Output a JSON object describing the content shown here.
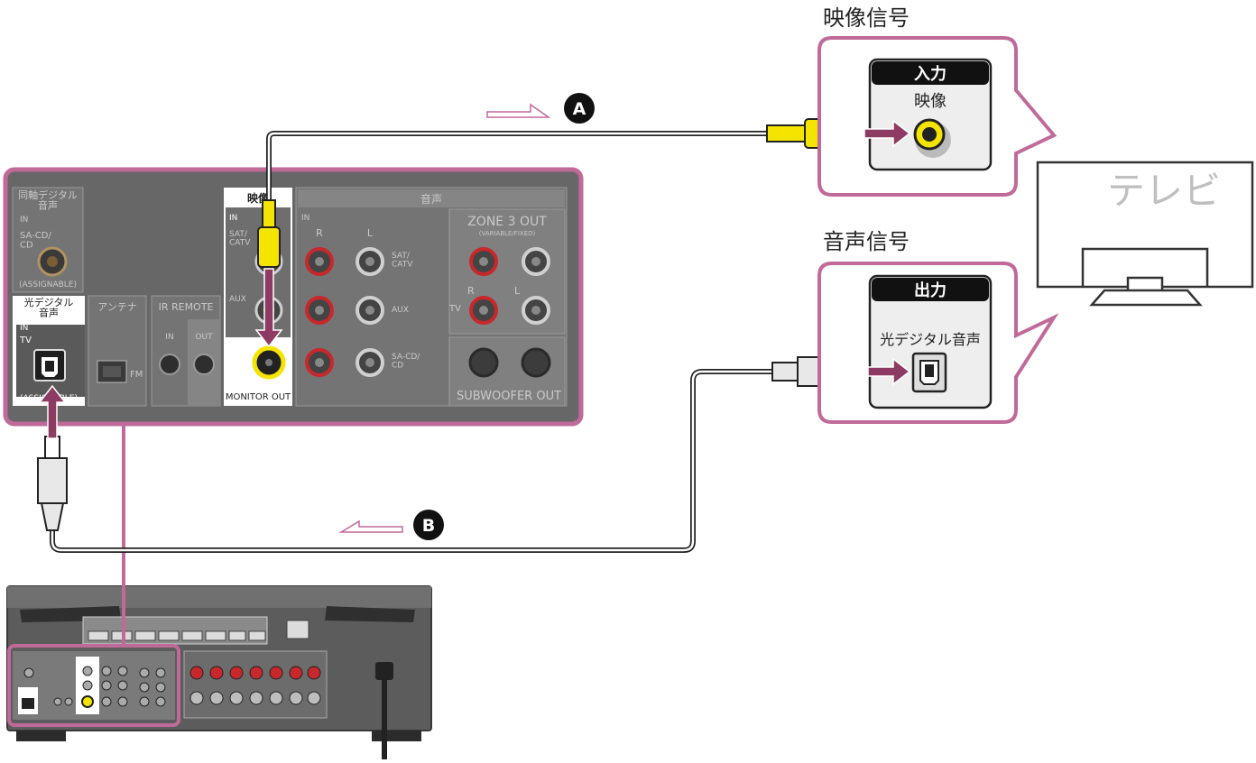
{
  "colors": {
    "accent_pink": "#c06a9a",
    "arrow_purple": "#8e3b63",
    "panel_gray": "#676767",
    "panel_border": "#a5a5a5",
    "yellow_plug": "#f5e400",
    "red_jack": "#c8282c"
  },
  "callouts": {
    "video_title": "映像信号",
    "video_header": "入力",
    "video_port_label": "映像",
    "audio_title": "音声信号",
    "audio_header": "出力",
    "audio_port_label": "光デジタル音声"
  },
  "tv": {
    "label": "テレビ"
  },
  "cable_markers": {
    "a": "A",
    "b": "B"
  },
  "panel": {
    "coax_title": "同軸デジタル\n音声",
    "coax_in": "IN",
    "coax_port": "SA-CD/\nCD",
    "coax_assign": "(ASSIGNABLE)",
    "optical_title": "光デジタル\n音声",
    "optical_in": "IN",
    "optical_port": "TV",
    "optical_assign": "(ASSIGNABLE)",
    "antenna_title": "アンテナ",
    "antenna_fm": "FM",
    "ir_title": "IR REMOTE",
    "ir_in": "IN",
    "ir_out": "OUT",
    "video_title": "映像",
    "video_in": "IN",
    "video_sat": "SAT/\nCATV",
    "video_aux": "AUX",
    "monitor_out": "MONITOR OUT",
    "audio_title": "音声",
    "audio_in": "IN",
    "audio_r": "R",
    "audio_l": "L",
    "audio_sat": "SAT/\nCATV",
    "audio_aux": "AUX",
    "audio_sacd": "SA-CD/\nCD",
    "zone3": "ZONE 3 OUT",
    "zone3_sub": "(VARIABLE/FIXED)",
    "zone3_tv": "TV",
    "zone3_r": "R",
    "zone3_l": "L",
    "subwoofer": "SUBWOOFER OUT"
  }
}
